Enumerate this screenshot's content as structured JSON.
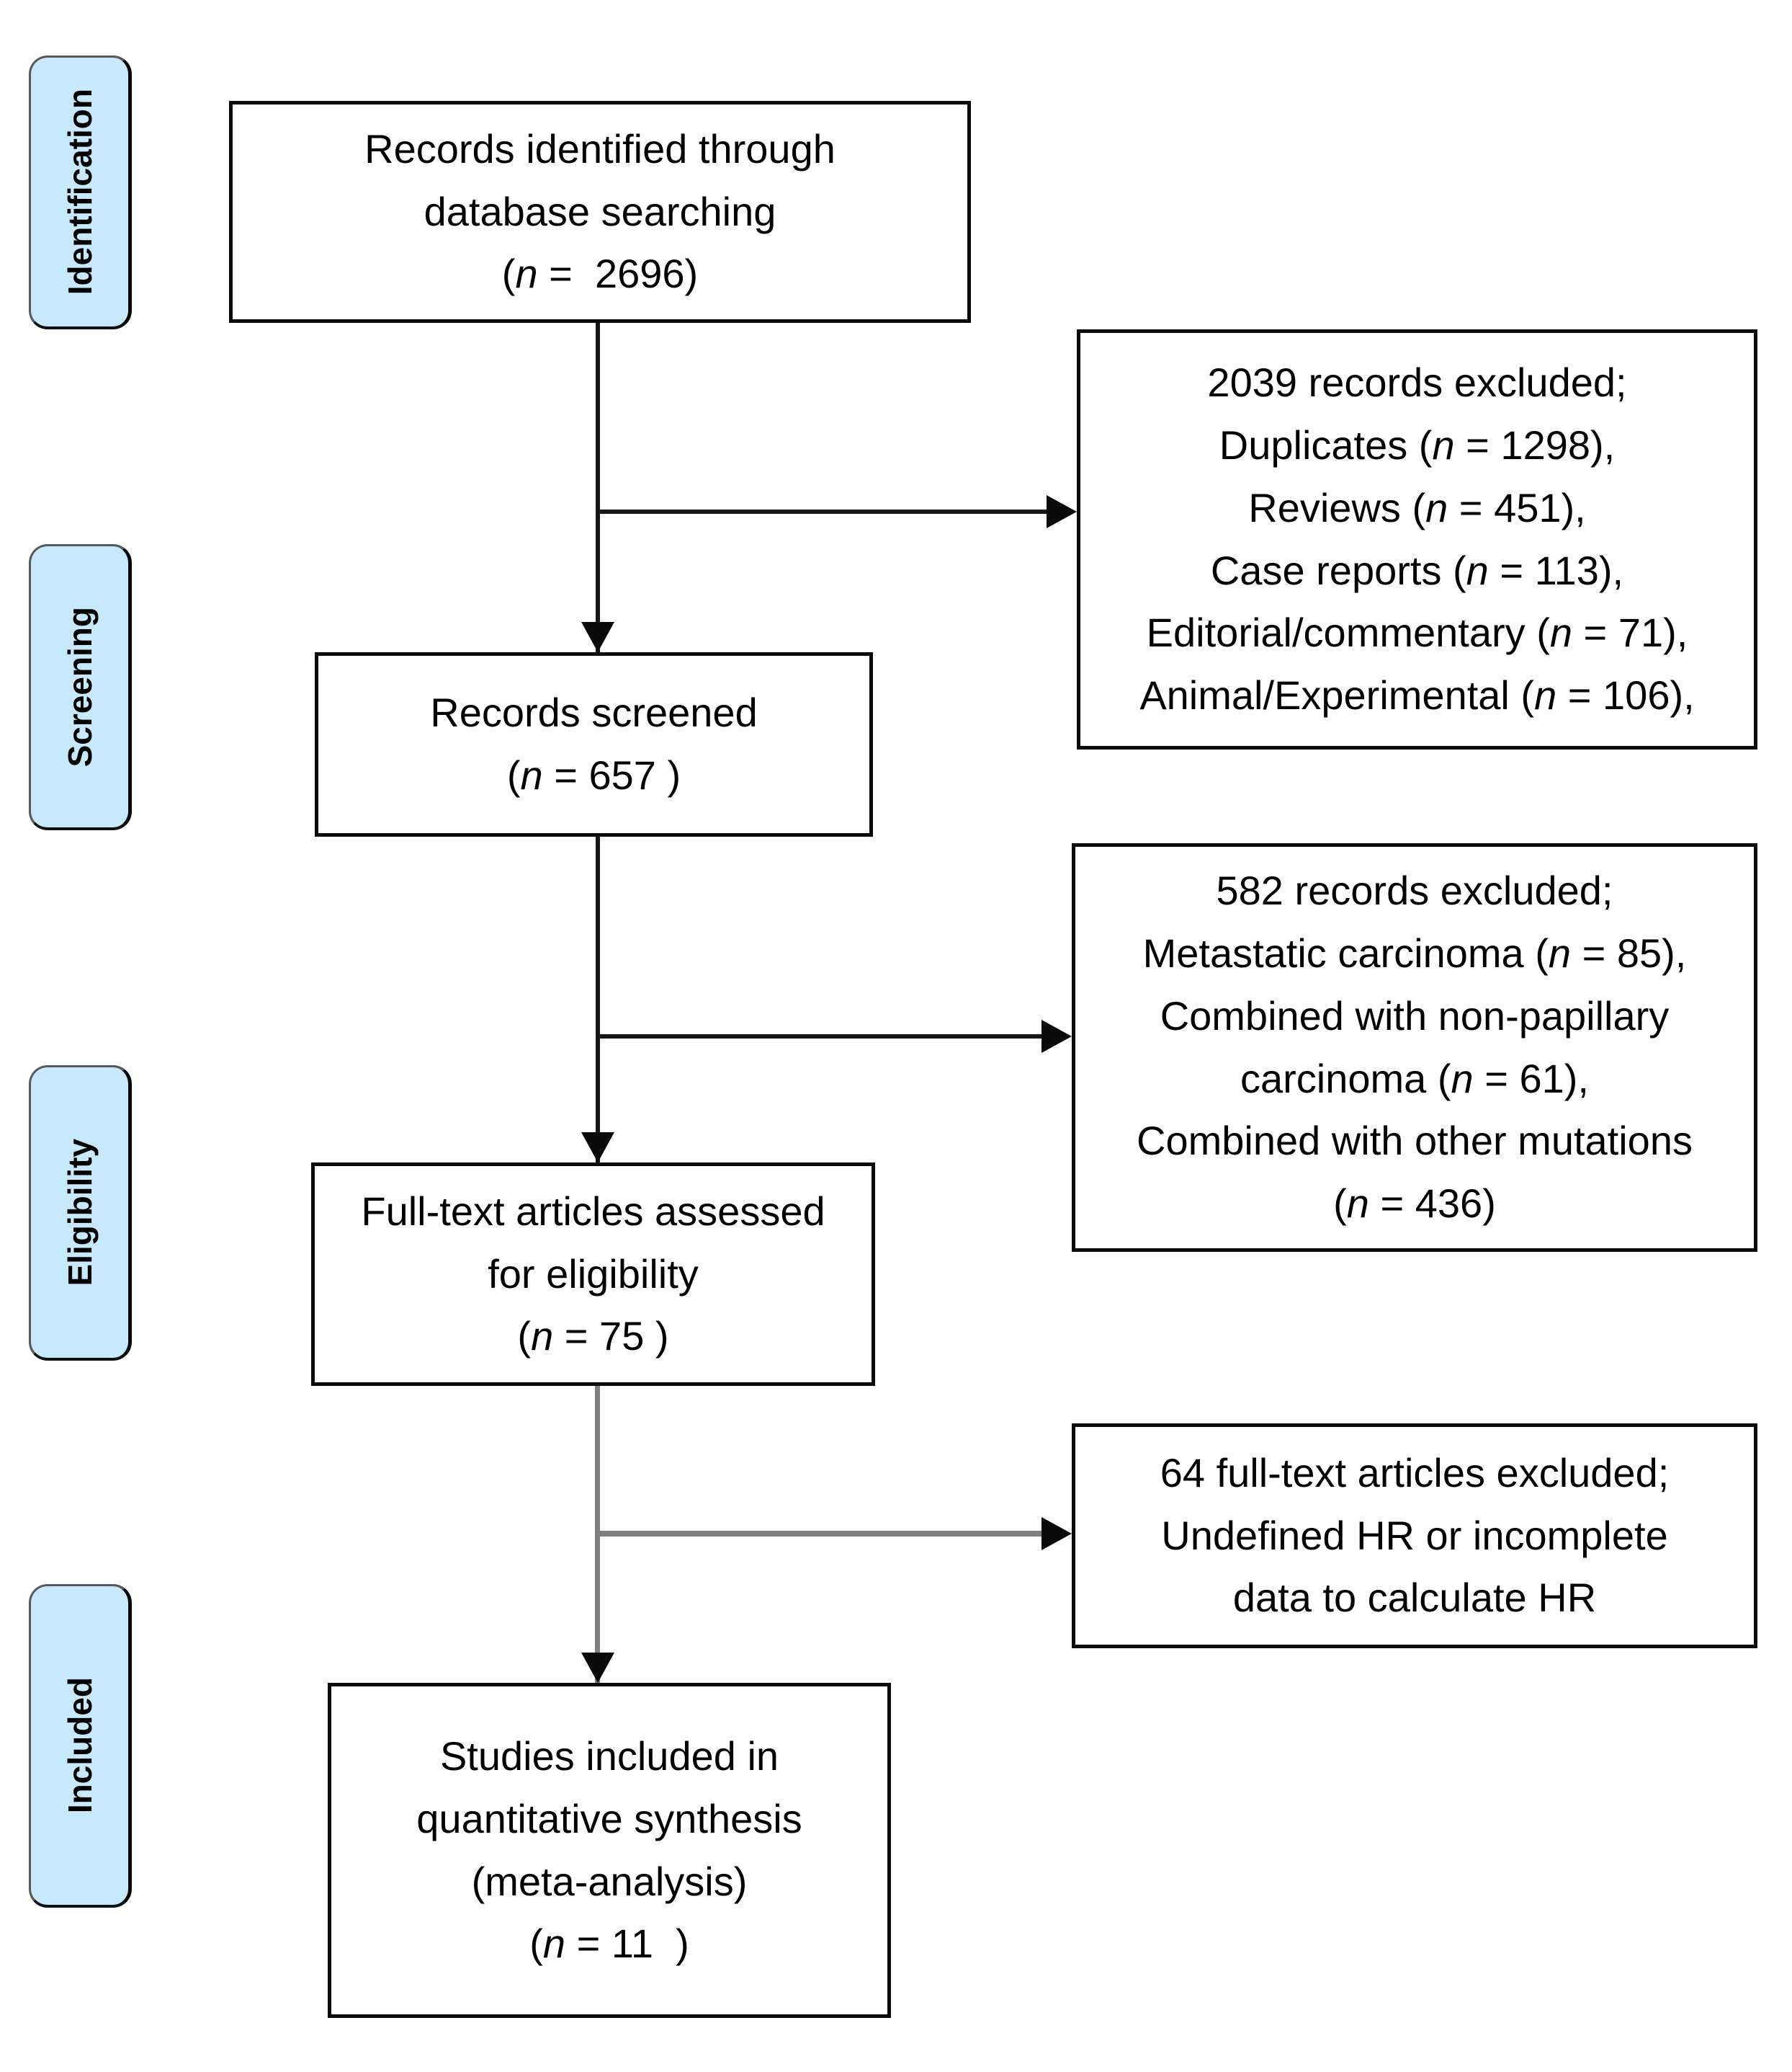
{
  "stages": [
    {
      "label": "Identification"
    },
    {
      "label": "Screening"
    },
    {
      "label": "Eligibility"
    },
    {
      "label": "Included"
    }
  ],
  "boxes": {
    "identified": {
      "lines": [
        "Records identified through",
        "database searching",
        "(n =  2696)"
      ]
    },
    "screened": {
      "lines": [
        "Records screened",
        "(n = 657 )"
      ]
    },
    "fulltext": {
      "lines": [
        "Full-text articles assessed",
        "for eligibility",
        "(n = 75 )"
      ]
    },
    "included": {
      "lines": [
        "Studies included in",
        "quantitative synthesis",
        "(meta-analysis)",
        "(n = 11  )"
      ]
    }
  },
  "exclusions": {
    "records": {
      "lines": [
        "2039 records excluded;",
        "Duplicates (n = 1298),",
        "Reviews (n = 451),",
        "Case reports (n = 113),",
        "Editorial/commentary (n = 71),",
        "Animal/Experimental (n = 106),"
      ]
    },
    "screening": {
      "lines": [
        "582 records excluded;",
        "Metastatic carcinoma (n = 85),",
        "Combined with non-papillary",
        "carcinoma (n = 61),",
        "Combined with other mutations",
        "(n = 436)"
      ]
    },
    "fulltext": {
      "lines": [
        "64 full-text articles excluded;",
        "Undefined HR or incomplete",
        "data to calculate HR"
      ]
    }
  },
  "colors": {
    "stage_fill": "#C7E9FB",
    "box_border": "#000000",
    "arrow_black": "#161616",
    "arrow_gray": "#7f7f7f"
  }
}
